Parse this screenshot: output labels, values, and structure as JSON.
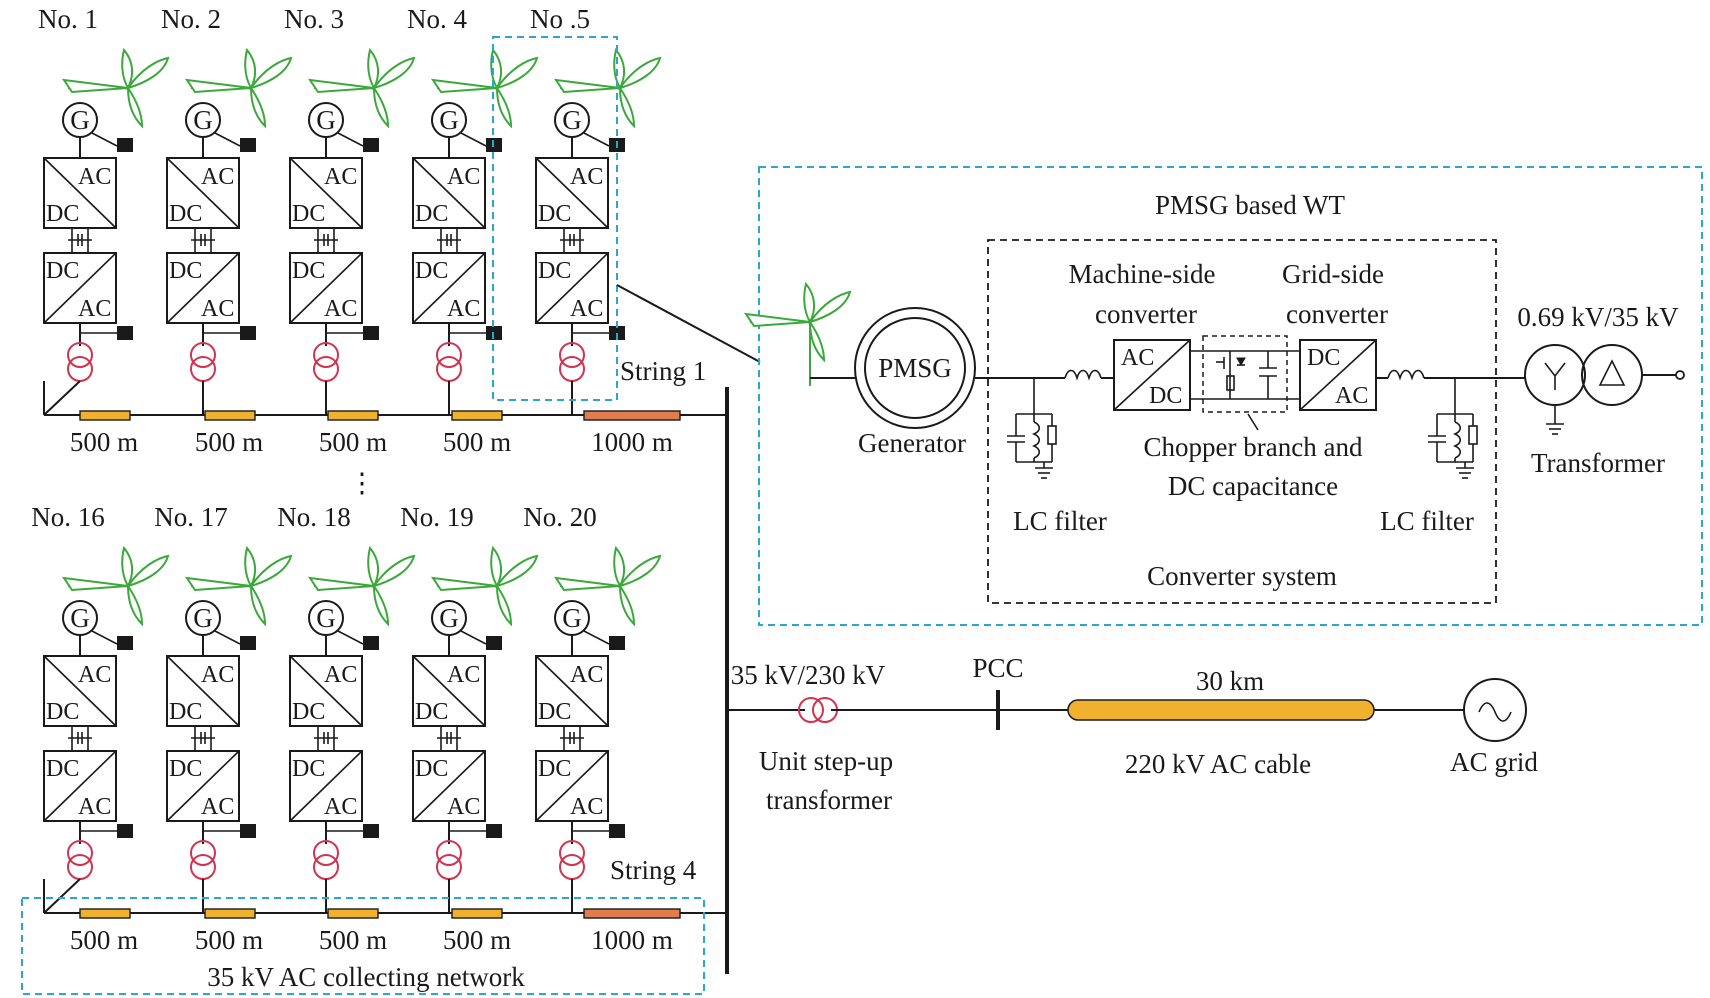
{
  "turbines_top": [
    "No. 1",
    "No. 2",
    "No. 3",
    "No. 4",
    "No .5"
  ],
  "turbines_bottom": [
    "No. 16",
    "No. 17",
    "No. 18",
    "No. 19",
    "No. 20"
  ],
  "symbols": {
    "generator": "G",
    "converter_ac": "AC",
    "converter_dc": "DC"
  },
  "cable_lengths_top": [
    "500 m",
    "500 m",
    "500 m",
    "500 m",
    "1000 m"
  ],
  "cable_lengths_bottom": [
    "500 m",
    "500 m",
    "500 m",
    "500 m",
    "1000 m"
  ],
  "string_top": "String 1",
  "string_bottom": "String 4",
  "ellipsis": "⋮",
  "collecting_network": "35 kV AC collecting network",
  "detail": {
    "title": "PMSG based WT",
    "pmsg": "PMSG",
    "generator": "Generator",
    "machine_side": [
      "Machine-side",
      "converter"
    ],
    "grid_side": [
      "Grid-side",
      "converter"
    ],
    "chopper": [
      "Chopper branch and",
      "DC capacitance"
    ],
    "lc_filter_left": "LC filter",
    "lc_filter_right": "LC filter",
    "converter_system": "Converter system",
    "transformer_rating": "0.69 kV/35 kV",
    "transformer": "Transformer"
  },
  "grid": {
    "step_up_rating": "35 kV/230 kV",
    "step_up": [
      "Unit step-up",
      "transformer"
    ],
    "pcc": "PCC",
    "cable_length": "30 km",
    "cable": "220 kV AC cable",
    "ac_grid": "AC grid"
  },
  "colors": {
    "turbine_green": "#3aa93a",
    "transformer_red": "#d2344f",
    "cable_short": "#f0b22e",
    "cable_long": "#e07c4e",
    "highlight_blue": "#2aa7c9",
    "line": "#1a1a1a"
  }
}
